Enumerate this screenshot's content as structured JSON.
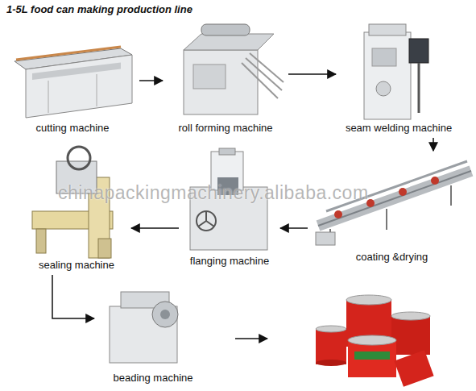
{
  "diagram": {
    "title": "1-5L food can making production line",
    "nodes": [
      {
        "text": [
          "cutting machine"
        ]
      },
      {
        "text": [
          "roll forming machine"
        ]
      },
      {
        "text": [
          "seam welding machine"
        ]
      },
      {
        "text": [
          "coating &drying"
        ]
      },
      {
        "text": [
          "flanging machine"
        ]
      },
      {
        "text": [
          "sealing machine"
        ]
      },
      {
        "text": [
          "beading machine"
        ]
      }
    ],
    "edges": [
      {
        "from": 0,
        "to": 1,
        "arrow": "to"
      },
      {
        "from": 1,
        "to": 2,
        "arrow": "to"
      },
      {
        "from": 2,
        "to": 3,
        "arrow": "to"
      },
      {
        "from": 3,
        "to": 4,
        "arrow": "to"
      },
      {
        "from": 4,
        "to": 5,
        "arrow": "to"
      },
      {
        "from": 5,
        "to": 6,
        "arrow": "to"
      }
    ],
    "labels": [
      "chinapackingmachinery.alibaba.com"
    ]
  }
}
